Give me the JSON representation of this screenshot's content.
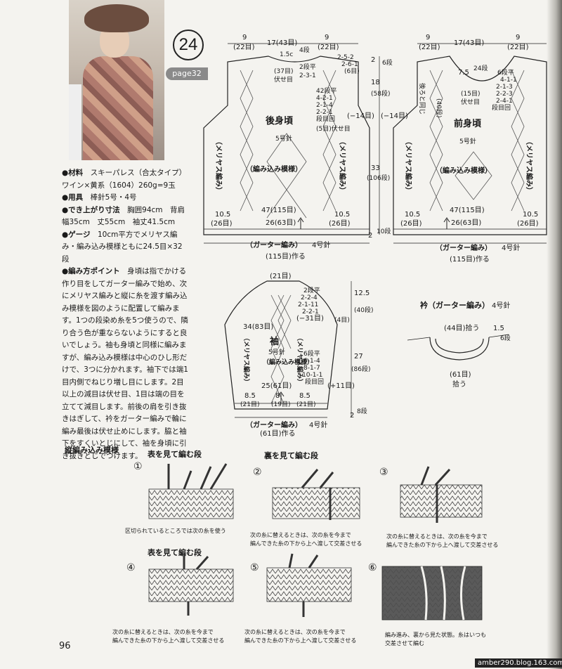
{
  "header": {
    "pattern_no": "24",
    "page_ref": "page32"
  },
  "materials": {
    "yarn_label": "●材料",
    "yarn_value": "スキーパレス（合太タイプ）ワイン×黄系（1604）260g=9玉",
    "tools_label": "●用具",
    "tools_value": "棒針5号・4号",
    "size_label": "●でき上がり寸法",
    "size_value": "胸囲94cm　背肩幅35cm　丈55cm　袖丈41.5cm",
    "gauge_label": "●ゲージ",
    "gauge_value": "10cm平方でメリヤス編み・編み込み模様ともに24.5目×32段",
    "points_label": "●編み方ポイント",
    "points_value": "身頃は指でかける作り目をしてガーター編みで始め、次にメリヤス編みと縦に糸を渡す編み込み模様を図のように配置して編みます。1つの段染め糸を5つ使うので、隣り合う色が重ならないようにすると良いでしょう。袖も身頃と同様に編みますが、編み込み模様は中心のひし形だけで、3つに分かれます。袖下では端1目内側でねじり増し目にします。2目以上の減目は伏せ目、1目は端の目を立てて減目します。前後の肩を引き抜きはぎして、衿をガーター編みで輪に編み最後は伏せ止めにします。脇と袖下をすくいとじにして、袖を身頃に引き抜きとじでつけます。"
  },
  "back": {
    "title": "後身頃",
    "needle": "5号針",
    "pattern": "（編み込み模様）",
    "side": "（メリヤス編み）",
    "top_w": "17(43目)",
    "sh_w": "9",
    "sh_st": "(22目)",
    "neck": "1.5c",
    "neck_r": "4段",
    "neck_dec": [
      "2段平",
      "2-3-1"
    ],
    "neck_st": "(37目)",
    "bind": "伏せ目",
    "sh_dec": [
      "2-5-2",
      "2-6-1",
      "(6目)"
    ],
    "arm_dec": [
      "42段平",
      "4-2-1",
      "2-1-4",
      "2-2-1",
      "段目回"
    ],
    "arm_st": "(5目)伏せ目",
    "minus": "(−14目)",
    "chest": "47(115目)",
    "hem": "26(63目)",
    "side_w": "10.5",
    "side_st": "(26目)",
    "rib": "（ガーター編み）",
    "rib_needle": "4号針",
    "cast": "(115目)作る",
    "h1": "2",
    "h1b": "6段",
    "h2": "18",
    "h2b": "(58段)",
    "h3": "33",
    "h3b": "(106段)",
    "h4": "2",
    "h4b": "10段"
  },
  "front": {
    "title": "前身頃",
    "needle": "5号針",
    "pattern": "（編み込み模様）",
    "side": "（メリヤス編み）",
    "top_w": "17(43目)",
    "sh_w": "9",
    "sh_st": "(22目)",
    "neck_d": "7.5",
    "neck_d2": "24段",
    "neck_dec": [
      "6段平",
      "4-1-1",
      "2-1-3",
      "2-2-3",
      "2-4-1",
      "段目回"
    ],
    "neck_st": "(15目)",
    "bind": "伏せ目",
    "back_same": "後ろと同じ",
    "arm_h": "(40段)",
    "minus": "(−14目)",
    "chest": "47(115目)",
    "hem": "26(63目)",
    "side_w": "10.5",
    "side_st": "(26目)",
    "rib": "（ガーター編み）",
    "rib_needle": "4号針",
    "cast": "(115目)作る"
  },
  "sleeve": {
    "title": "袖",
    "needle": "5号針",
    "pattern": "（編み込み模様）",
    "side": "（メリヤス編み）",
    "top": "(21目)",
    "cap_dec": [
      "2段平",
      "2-2-4",
      "2-1-11",
      "2-2-1",
      "(4目)"
    ],
    "minus": "(−31目)",
    "width": "34(83目)",
    "inc": [
      "6段平",
      "6-1-4",
      "8-1-7",
      "10-1-1",
      "段目回"
    ],
    "plus": "(+11目)",
    "h1": "12.5",
    "h1b": "(40段)",
    "h2": "27",
    "h2b": "(86段)",
    "h3": "2",
    "h3b": "8段",
    "cuff": "25(61目)",
    "c1": "8.5",
    "c1b": "(21目)",
    "c2": "8",
    "c2b": "(19目)",
    "rib": "（ガーター編み）",
    "rib_needle": "4号針",
    "cast": "(61目)作る"
  },
  "collar": {
    "title": "衿（ガーター編み）",
    "needle": "4号針",
    "pick1": "(44目)拾う",
    "h": "1.5",
    "hb": "6段",
    "pick2": "(61目)",
    "pick2b": "拾う"
  },
  "steps": {
    "title": "縦編み込み模様",
    "head_k": "表を見て編む段",
    "head_p": "裏を見て編む段",
    "head_k2": "表を見て編む段",
    "nums": [
      "①",
      "②",
      "③",
      "④",
      "⑤",
      "⑥"
    ],
    "cap1": "区切られているところでは次の糸を使う",
    "cap2a": "次の糸に替えるときは、次の糸を今まで",
    "cap2b": "編んできた糸の下から上へ渡して交差させる",
    "cap3a": "次の糸に替えるときは、次の糸を今まで",
    "cap3b": "編んできた糸の下から上へ渡して交差させる",
    "cap4a": "次の糸に替えるときは、次の糸を今まで",
    "cap4b": "編んできた糸の下から上へ渡して交差させる",
    "cap5a": "次の糸に替えるときは、次の糸を今まで",
    "cap5b": "編んできた糸の下から上へ渡して交差させる",
    "cap6a": "編み進み、裏から見た状態。糸はいつも",
    "cap6b": "交差させて編む"
  },
  "footer": {
    "page": "96",
    "watermark": "amber290.blog.163.com"
  }
}
